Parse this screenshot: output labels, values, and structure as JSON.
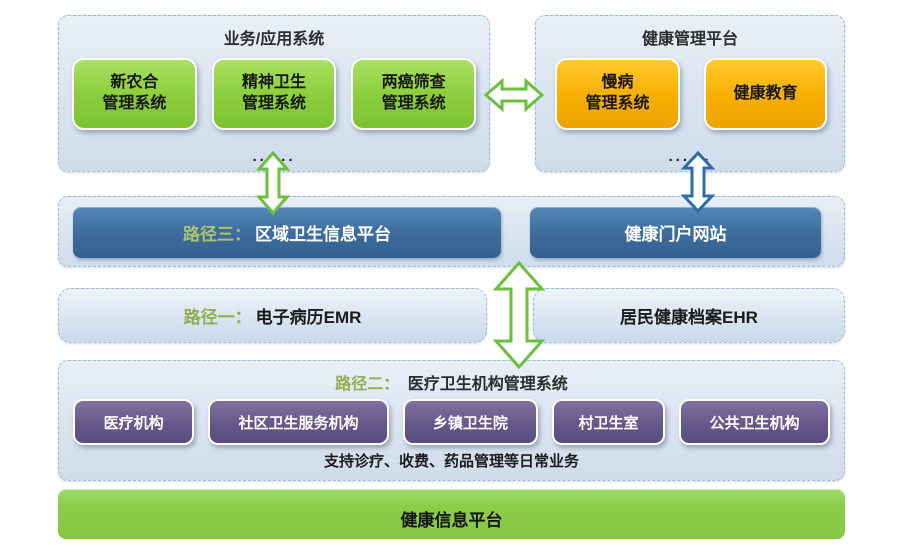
{
  "panels": {
    "apps": {
      "title": "业务/应用系统",
      "items": [
        {
          "line1": "新农合",
          "line2": "管理系统"
        },
        {
          "line1": "精神卫生",
          "line2": "管理系统"
        },
        {
          "line1": "两癌筛查",
          "line2": "管理系统"
        }
      ],
      "ellipsis": "......"
    },
    "health": {
      "title": "健康管理平台",
      "items": [
        {
          "line1": "慢病",
          "line2": "管理系统"
        },
        {
          "line1": "健康教育",
          "line2": ""
        }
      ],
      "ellipsis": "......"
    },
    "mid": {
      "path3_label": "路径三：",
      "path3_title": "区域卫生信息平台",
      "portal": "健康门户网站"
    },
    "emr": {
      "label": "路径一：",
      "title": "电子病历EMR"
    },
    "ehr": {
      "title": "居民健康档案EHR"
    },
    "path2": {
      "label": "路径二：",
      "title": "医疗卫生机构管理系统",
      "orgs": [
        "医疗机构",
        "社区卫生服务机构",
        "乡镇卫生院",
        "村卫生室",
        "公共卫生机构"
      ],
      "note": "支持诊疗、收费、药品管理等日常业务"
    },
    "platform": {
      "title": "健康信息平台"
    }
  },
  "icons": {
    "horizontal_double_arrow": "left-right outlined arrow connecting the two top panels",
    "vertical_double_arrow_green_small": "up-down outlined green arrow (apps panel to regional platform bar)",
    "vertical_double_arrow_blue": "up-down outlined blue arrow (health panel to portal bar)",
    "vertical_double_arrow_green_large": "up-down outlined green arrow (platform row to path-2 panel)"
  },
  "colors": {
    "panel_light_blue": "#D9E4F0",
    "panel_dashed_border": "#9FBCD6",
    "green_box": "#8CCF3E",
    "orange_box": "#F6AE00",
    "dark_blue_bar": "#3F6F9F",
    "purple_box": "#655789",
    "bottom_green_bar": "#8BCD48",
    "path_label_green": "#8FAE4E",
    "arrow_green": "#6CBF3E",
    "arrow_blue": "#2E6CA6"
  }
}
